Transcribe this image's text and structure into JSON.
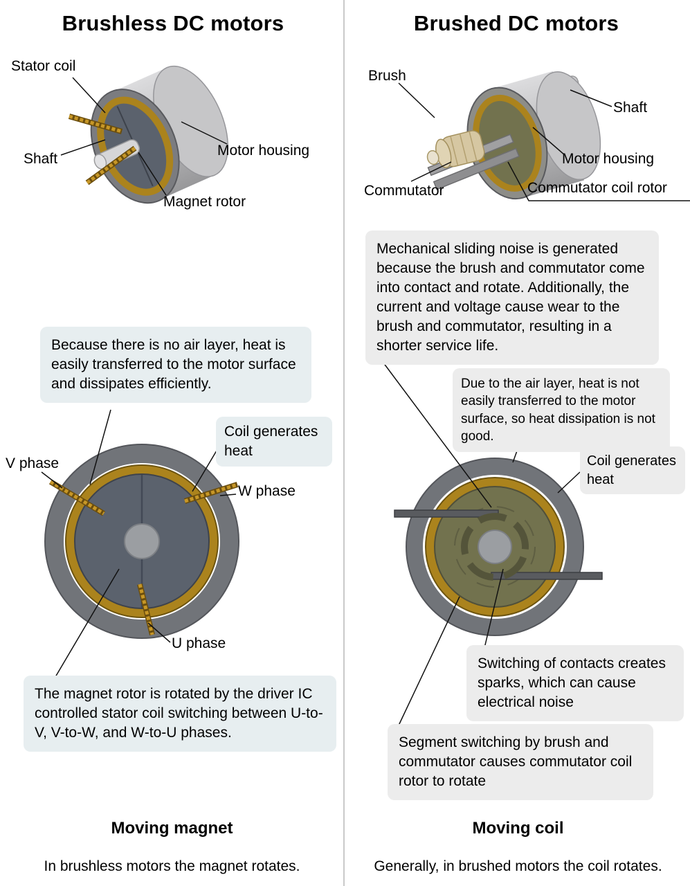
{
  "left": {
    "title": "Brushless DC motors",
    "labels": {
      "stator_coil": "Stator coil",
      "shaft": "Shaft",
      "motor_housing": "Motor housing",
      "magnet_rotor": "Magnet rotor",
      "v_phase": "V phase",
      "w_phase": "W phase",
      "u_phase": "U phase"
    },
    "callouts": {
      "heat": "Because there is no air layer, heat is easily transferred to the motor surface and dissipates efficiently.",
      "coil_heat": "Coil generates heat",
      "rotor": "The magnet rotor is rotated by the driver IC controlled stator coil switching between U-to-V, V-to-W, and W-to-U phases."
    },
    "footer": {
      "title": "Moving magnet",
      "text": "In brushless motors the magnet rotates."
    }
  },
  "right": {
    "title": "Brushed DC motors",
    "labels": {
      "brush": "Brush",
      "shaft": "Shaft",
      "motor_housing": "Motor housing",
      "commutator": "Commutator",
      "commutator_coil_rotor": "Commutator coil rotor"
    },
    "callouts": {
      "noise": "Mechanical sliding noise is generated because the brush and commutator come into contact and rotate. Additionally, the current and voltage cause wear to the brush and commutator, resulting in a shorter service life.",
      "air": "Due to the air layer, heat is not easily transferred to the motor surface, so heat dissipation is not good.",
      "coil_heat": "Coil generates heat",
      "sparks": "Switching of contacts creates sparks, which can cause electrical noise",
      "segment": "Segment switching by brush and commutator causes commutator coil rotor to rotate"
    },
    "footer": {
      "title": "Moving coil",
      "text": "Generally, in brushed motors the coil rotates."
    }
  },
  "colors": {
    "coil_gold": "#ab831d",
    "housing_gray": "#717479",
    "magnet_rotor_slate": "#5b626d",
    "coil_rotor_olive": "#72724e",
    "callout_left_bg": "#e7eef0",
    "callout_right_bg": "#ececec"
  }
}
